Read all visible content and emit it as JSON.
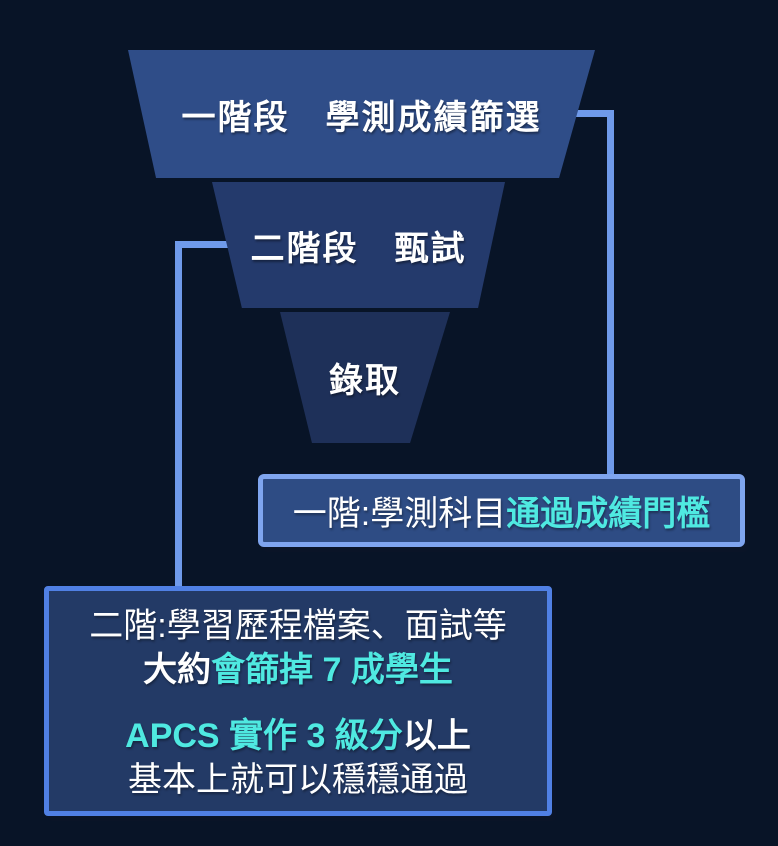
{
  "colors": {
    "background": "#081427",
    "funnel_stage1_fill": "#2F4D88",
    "funnel_stage2_fill": "#243A6C",
    "funnel_stage3_fill": "#1E3059",
    "connector_line": "#6F9AEA",
    "callout_right_fill": "#2E4C84",
    "callout_right_border": "#7FA5EF",
    "callout_bottom_fill": "#233A66",
    "callout_bottom_border": "#5080E4",
    "highlight_cyan": "#4FE9E1",
    "text_white": "#FFFFFF"
  },
  "funnel": {
    "stages": [
      {
        "label": "一階段　學測成績篩選"
      },
      {
        "label": "二階段　甄試"
      },
      {
        "label": "錄取"
      }
    ]
  },
  "callout_right": {
    "prefix": "一階:學測科目",
    "highlight": "通過成績門檻"
  },
  "callout_bottom": {
    "line1": "二階:學習歷程檔案、面試等",
    "line2_prefix": "大約",
    "line2_highlight": "會篩掉 7 成學生",
    "line3_highlight": "APCS 實作 3 級分",
    "line3_suffix": "以上",
    "line4": "基本上就可以穩穩通過"
  }
}
